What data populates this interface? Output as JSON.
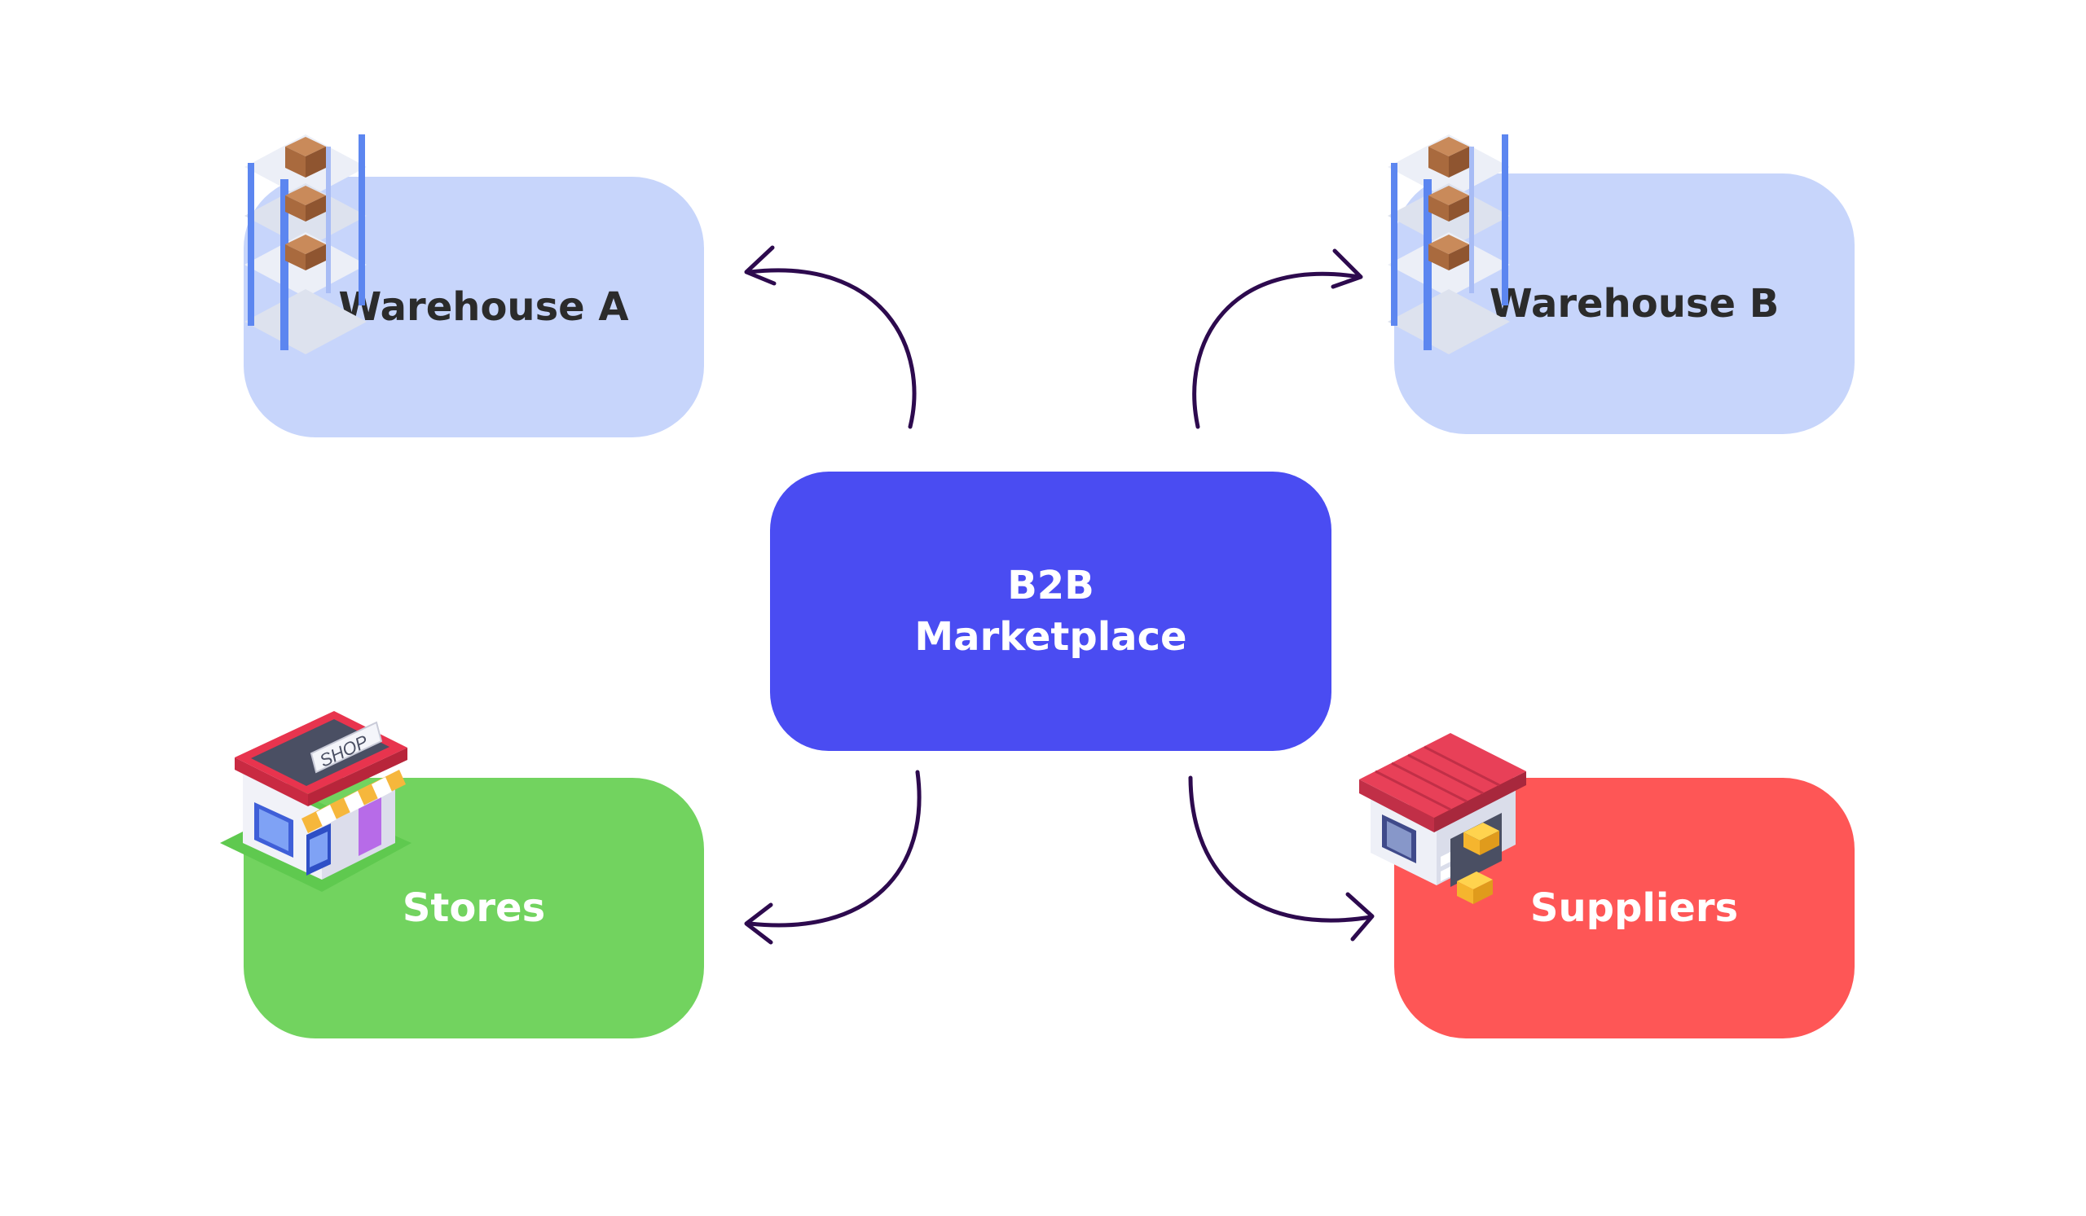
{
  "nodes": {
    "warehouse_a": {
      "label": "Warehouse A",
      "fill": "#C7D5FB",
      "text_color": "#2B2B2B",
      "icon": "warehouse-shelf-icon"
    },
    "warehouse_b": {
      "label": "Warehouse B",
      "fill": "#C7D5FB",
      "text_color": "#2B2B2B",
      "icon": "warehouse-shelf-icon"
    },
    "center": {
      "label": "B2B\nMarketplace",
      "fill": "#4A4CF2",
      "text_color": "#FFFFFF"
    },
    "stores": {
      "label": "Stores",
      "fill": "#72D35F",
      "text_color": "#FFFFFF",
      "icon": "shop-icon"
    },
    "suppliers": {
      "label": "Suppliers",
      "fill": "#FE5656",
      "text_color": "#FFFFFF",
      "icon": "supplier-depot-icon"
    }
  },
  "edges": [
    {
      "from": "center",
      "to": "warehouse_a"
    },
    {
      "from": "center",
      "to": "warehouse_b"
    },
    {
      "from": "center",
      "to": "stores"
    },
    {
      "from": "center",
      "to": "suppliers"
    }
  ],
  "colors": {
    "arrow": "#2D0A4E",
    "background": "#FFFFFF"
  },
  "icons": {
    "shop_sign": "SHOP"
  }
}
